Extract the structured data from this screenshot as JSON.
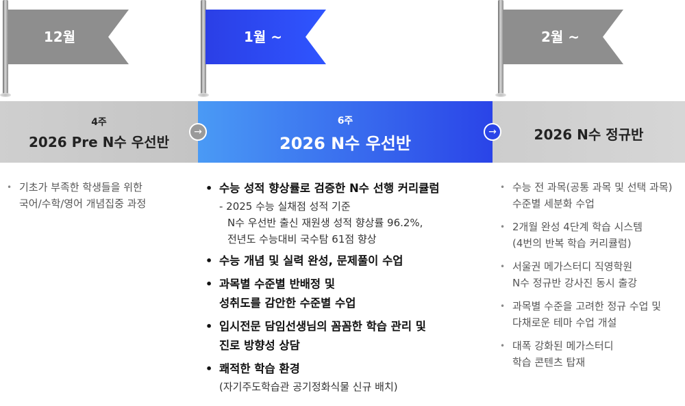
{
  "flags": [
    {
      "label": "12월",
      "color": "#8e8e8e"
    },
    {
      "label": "1월 ~",
      "color": "#2a3ff0"
    },
    {
      "label": "2월 ~",
      "color": "#8e8e8e"
    }
  ],
  "stages": [
    {
      "weeks": "4주",
      "name": "2026 Pre N수 우선반"
    },
    {
      "weeks": "6주",
      "name": "2026 N수 우선반"
    },
    {
      "weeks": "",
      "name": "2026 N수 정규반"
    }
  ],
  "arrows": [
    "→",
    "→"
  ],
  "col1": {
    "items": [
      {
        "line1": "기초가 부족한 학생들을 위한",
        "line2": "국어/수학/영어 개념집중 과정"
      }
    ]
  },
  "col2": {
    "items": [
      {
        "title": "수능 성적 향상률로 검증한 N수 선행 커리큘럼",
        "sub1": "- 2025 수능 실채점 성적 기준",
        "sub2": "N수 우선반 출신 재원생 성적 향상률 96.2%,",
        "sub3": "전년도 수능대비 국수탐 61점 향상"
      },
      {
        "title": "수능 개념 및 실력 완성, 문제풀이 수업"
      },
      {
        "title": "과목별 수준별 반배정 및",
        "title2": "성취도를 감안한 수준별 수업"
      },
      {
        "title": "입시전문 담임선생님의 꼼꼼한 학습 관리 및",
        "title2": "진로 방향성 상담"
      },
      {
        "title": "쾌적한 학습 환경",
        "sub1": "(자기주도학습관 공기정화식물 신규 배치)"
      }
    ]
  },
  "col3": {
    "items": [
      {
        "line1": "수능 전 과목(공통 과목 및 선택 과목)",
        "line2": "수준별 세분화 수업"
      },
      {
        "line1": "2개월 완성 4단계 학습 시스템",
        "line2": "(4번의 반복 학습 커리큘럼)"
      },
      {
        "line1": "서울권 메가스터디 직영학원",
        "line2": "N수 정규반 강사진 동시 출강"
      },
      {
        "line1": "과목별 수준을 고려한 정규 수업 및",
        "line2": "다채로운 테마 수업 개설"
      },
      {
        "line1": "대폭 강화된 메가스터디",
        "line2": "학습 콘텐츠 탑재"
      }
    ]
  }
}
